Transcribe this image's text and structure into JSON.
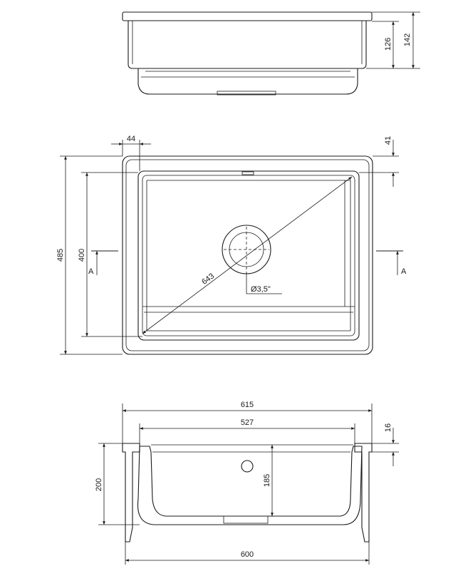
{
  "drawing": {
    "top_view": {
      "height_inner": "126",
      "height_total": "142"
    },
    "plan_view": {
      "rim_width": "44",
      "rim_depth": "41",
      "outer_depth": "485",
      "inner_depth": "400",
      "diagonal": "643",
      "drain_diameter": "Ø3,5\"",
      "section_left": "A",
      "section_right": "A"
    },
    "section_view": {
      "outer_width": "615",
      "inner_width": "527",
      "rim_thickness": "16",
      "overall_height": "200",
      "bowl_depth": "185",
      "base_width": "600"
    }
  }
}
